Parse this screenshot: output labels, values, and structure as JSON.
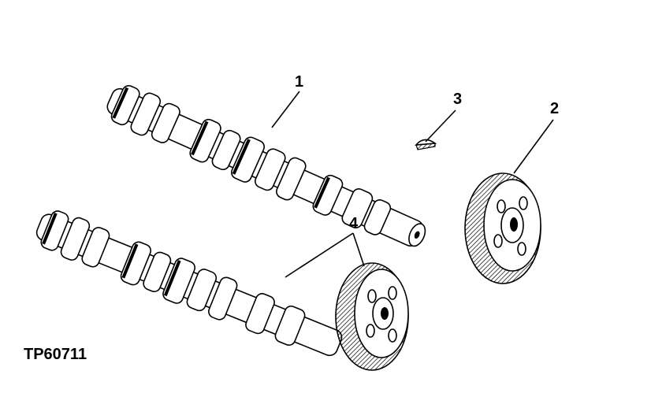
{
  "figure": {
    "id": "TP60711",
    "callouts": [
      "1",
      "2",
      "3",
      "4"
    ]
  },
  "colors": {
    "ink": "#000000",
    "paper": "#ffffff"
  }
}
